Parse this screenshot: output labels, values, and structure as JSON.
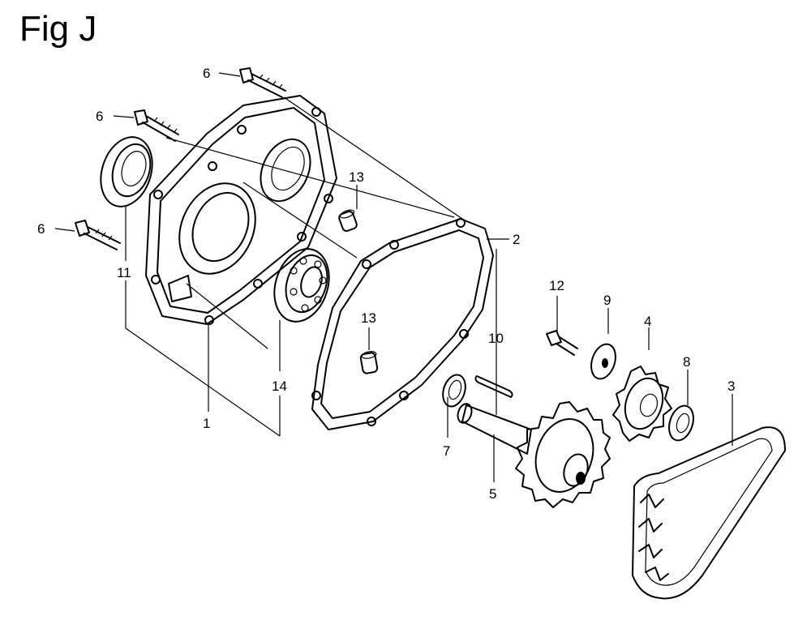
{
  "figure": {
    "title": "Fig J"
  },
  "callouts": [
    {
      "id": "c6a",
      "label": "6"
    },
    {
      "id": "c6b",
      "label": "6"
    },
    {
      "id": "c6c",
      "label": "6"
    },
    {
      "id": "c11",
      "label": "11"
    },
    {
      "id": "c13a",
      "label": "13"
    },
    {
      "id": "c13b",
      "label": "13"
    },
    {
      "id": "c2",
      "label": "2"
    },
    {
      "id": "c1",
      "label": "1"
    },
    {
      "id": "c14",
      "label": "14"
    },
    {
      "id": "c10",
      "label": "10"
    },
    {
      "id": "c7",
      "label": "7"
    },
    {
      "id": "c5",
      "label": "5"
    },
    {
      "id": "c12",
      "label": "12"
    },
    {
      "id": "c9",
      "label": "9"
    },
    {
      "id": "c4",
      "label": "4"
    },
    {
      "id": "c8",
      "label": "8"
    },
    {
      "id": "c3",
      "label": "3"
    }
  ]
}
